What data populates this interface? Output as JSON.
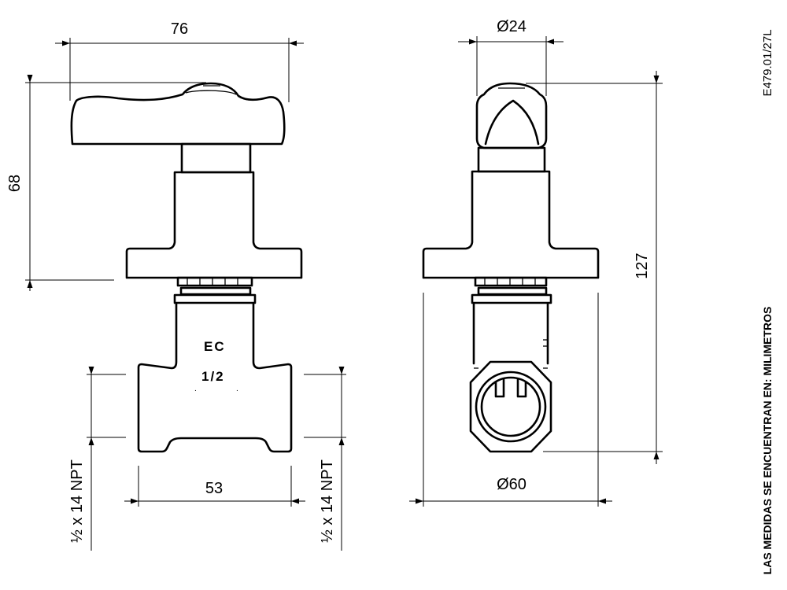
{
  "drawing_code": "E479.01/27L",
  "units_note": "LAS MEDIDAS SE ENCUENTRAN EN: MILIMETROS",
  "body_marking": {
    "line1": "EC",
    "line2": "1/2"
  },
  "dimensions": {
    "handle_width": "76",
    "handle_height": "68",
    "body_length": "53",
    "thread_left": "½ x 14 NPT",
    "thread_right": "½ x 14 NPT",
    "cap_diameter": "Ø24",
    "total_height": "127",
    "flange_diameter": "Ø60"
  }
}
